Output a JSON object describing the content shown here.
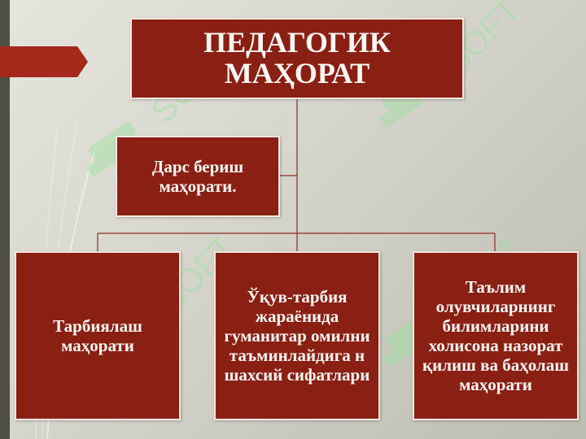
{
  "diagram": {
    "title_box": {
      "text": "ПЕДАГОГИК МАҲОРАТ"
    },
    "side_box": {
      "text": "Дарс бериш маҳорати."
    },
    "bottom_boxes": [
      {
        "text": "Тарбиялаш маҳорати"
      },
      {
        "text": "Ўқув-тарбия жараёнида гуманитар омилни таъминлайдига н шахсий сифатлари"
      },
      {
        "text": "Таълим олувчиларнинг билимларини холисона назорат қилиш ва баҳолаш маҳорати"
      }
    ]
  },
  "watermark": {
    "text": "SOFT"
  },
  "colors": {
    "box_fill": "#8a1f14",
    "box_border": "#f3e7df",
    "connector": "#8f2a1e",
    "arrow_tab": "#a5291b",
    "watermark": "#9be29c"
  },
  "icons": {
    "title_marker": "arrow-tab-icon"
  }
}
